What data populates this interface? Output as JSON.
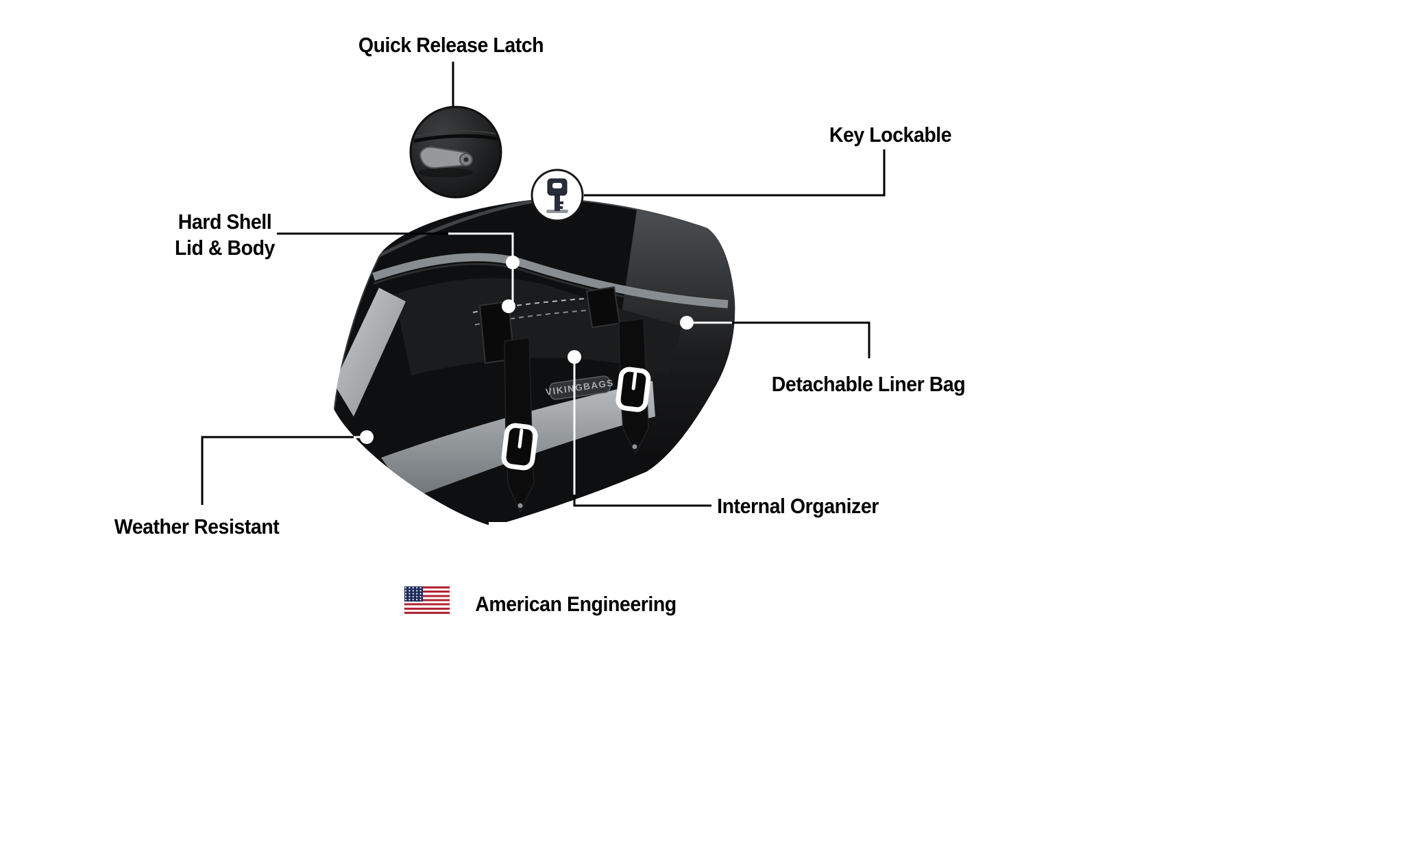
{
  "diagram": {
    "callouts": {
      "quick_release_latch": "Quick Release Latch",
      "key_lockable": "Key Lockable",
      "hard_shell_line1": "Hard Shell",
      "hard_shell_line2": "Lid & Body",
      "detachable_liner_bag": "Detachable Liner Bag",
      "internal_organizer": "Internal Organizer",
      "weather_resistant": "Weather Resistant"
    },
    "footer": {
      "american_engineering": "American Engineering"
    },
    "logo": {
      "brand": "VIKINGBAGS"
    },
    "icons": {
      "latch_inset": "quick-release-latch-photo-icon",
      "key": "key-icon",
      "flag": "us-flag-icon"
    },
    "colors": {
      "bag_body": "#101112",
      "trim_gray": "#878d91",
      "sheen_gray": "#b9bfc2",
      "callout_line": "#000000",
      "flag_red": "#B22234",
      "flag_blue": "#1F2A5C",
      "background": "#FFFFFF"
    }
  }
}
